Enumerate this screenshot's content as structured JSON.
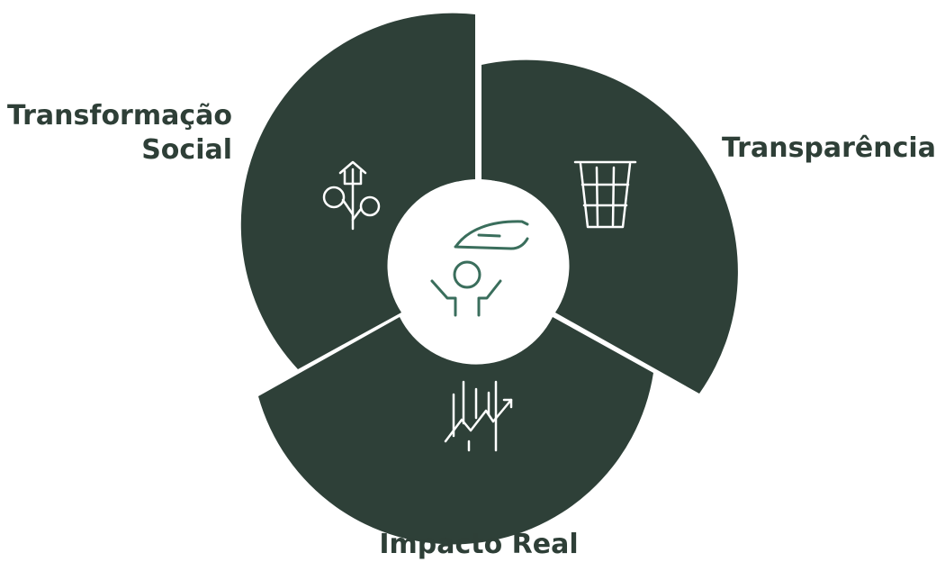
{
  "labels": {
    "transformacao_line1": "Transformação",
    "transformacao_line2": "Social",
    "transparencia": "Transparência",
    "impacto": "Impacto Real"
  },
  "icons": {
    "center": "hand-over-person-icon",
    "transformacao": "growing-plant-icon",
    "transparencia": "transparent-glass-icon",
    "impacto": "growth-chart-icon"
  },
  "colors": {
    "segment": "#2e4038",
    "label": "#2e3f37",
    "icon_center": "#3a6e5c",
    "icon_segment": "#ffffff",
    "background": "#ffffff"
  }
}
